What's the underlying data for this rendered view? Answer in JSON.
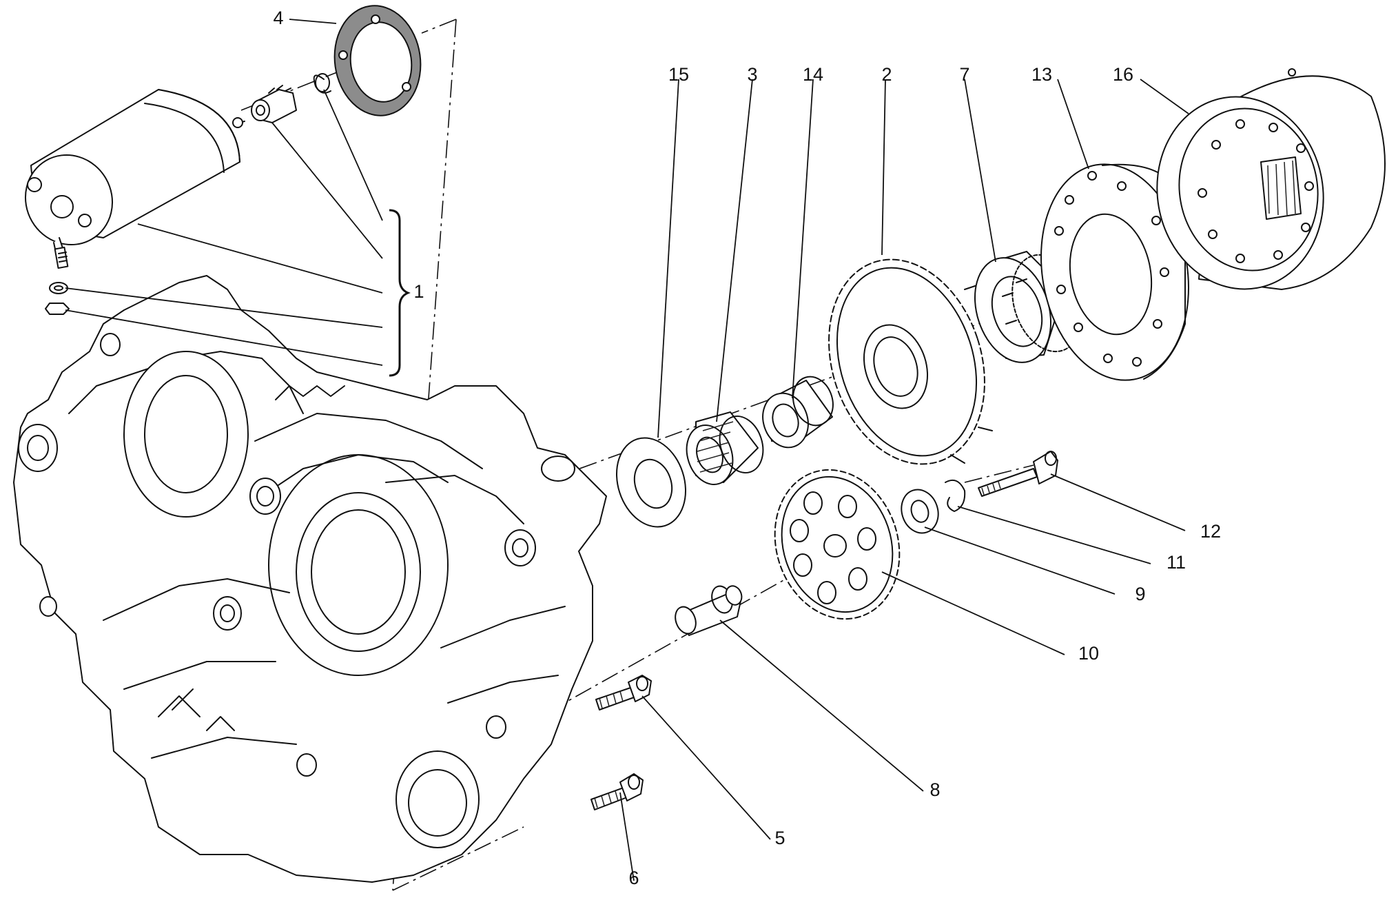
{
  "callouts": [
    {
      "id": "c1",
      "label": "1"
    },
    {
      "id": "c2",
      "label": "2"
    },
    {
      "id": "c3",
      "label": "3"
    },
    {
      "id": "c4",
      "label": "4"
    },
    {
      "id": "c5",
      "label": "5"
    },
    {
      "id": "c6",
      "label": "6"
    },
    {
      "id": "c7",
      "label": "7"
    },
    {
      "id": "c8",
      "label": "8"
    },
    {
      "id": "c9",
      "label": "9"
    },
    {
      "id": "c10",
      "label": "10"
    },
    {
      "id": "c11",
      "label": "11"
    },
    {
      "id": "c12",
      "label": "12"
    },
    {
      "id": "c13",
      "label": "13"
    },
    {
      "id": "c14",
      "label": "14"
    },
    {
      "id": "c15",
      "label": "15"
    },
    {
      "id": "c16",
      "label": "16"
    }
  ],
  "colors": {
    "line": "#111111",
    "gasket": "#8c8c8c",
    "background": "#ffffff"
  }
}
